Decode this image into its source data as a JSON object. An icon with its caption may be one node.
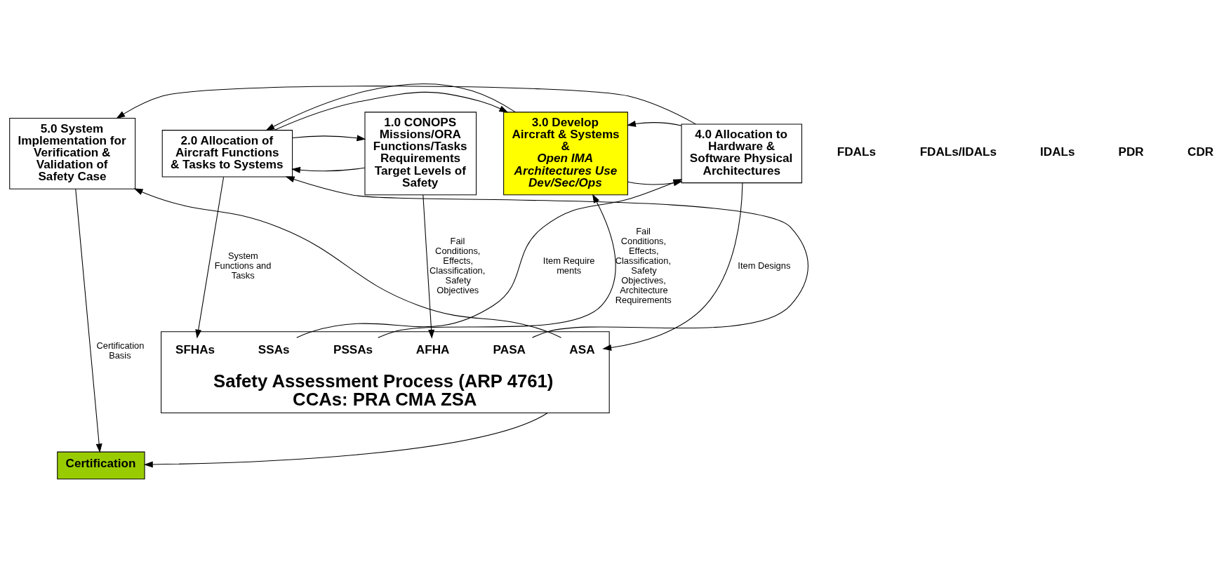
{
  "diagram": {
    "nodes": [
      {
        "text": [
          "1.0 CONOPS",
          "Missions/ORA Functions/Tasks Requirements Target Levels of Safety"
        ]
      },
      {
        "text": [
          "2.0 Allocation of Aircraft Functions & Tasks to Systems"
        ]
      },
      {
        "text": [
          "3.0 Develop Aircraft & Systems &",
          "Open IMA Architectures Use Dev/Sec/Ops"
        ]
      },
      {
        "text": [
          "4.0 Allocation to Hardware & Software Physical Architectures"
        ]
      },
      {
        "text": [
          "5.0 System Implementation for Verification & Validation of Safety Case"
        ]
      },
      {
        "text": [
          "Safety Assessment Process (ARP 4761)",
          "CCAs: PRA CMA ZSA"
        ]
      },
      {
        "text": [
          "AFHA"
        ],
        "in": 5
      },
      {
        "text": [
          "PASA"
        ],
        "in": 5
      },
      {
        "text": [
          "SFHAs"
        ],
        "in": 5
      },
      {
        "text": [
          "PSSAs"
        ],
        "in": 5
      },
      {
        "text": [
          "SSAs"
        ],
        "in": 5
      },
      {
        "text": [
          "ASA"
        ],
        "in": 5
      },
      {
        "text": [
          "Certification"
        ]
      }
    ],
    "edges": [
      {
        "from": 0,
        "to": 1,
        "arrow": "to"
      },
      {
        "from": 1,
        "to": 0,
        "arrow": "to"
      },
      {
        "from": 1,
        "to": 2,
        "arrow": "to"
      },
      {
        "from": 2,
        "to": 1,
        "arrow": "to"
      },
      {
        "from": 2,
        "to": 3,
        "arrow": "to"
      },
      {
        "from": 3,
        "to": 2,
        "arrow": "to"
      },
      {
        "from": 3,
        "to": 4,
        "arrow": "to"
      },
      {
        "from": 0,
        "to": 6,
        "arrow": "to",
        "label": "Fail Conditions, Effects, Classification, Safety Objectives"
      },
      {
        "from": 7,
        "to": 1,
        "arrow": "to"
      },
      {
        "from": 1,
        "to": 8,
        "arrow": "to",
        "label": "System Functions and Tasks"
      },
      {
        "from": 9,
        "to": 2,
        "arrow": "to",
        "label": "Fail Conditions, Effects, Classification, Safety Objectives, Architecture Requirements"
      },
      {
        "from": 10,
        "to": 3,
        "arrow": "to",
        "label": "Item Require ments"
      },
      {
        "from": 3,
        "to": 11,
        "arrow": "to",
        "label": "Item Designs"
      },
      {
        "from": 11,
        "to": 4,
        "arrow": "to"
      },
      {
        "from": 4,
        "to": 12,
        "arrow": "to",
        "label": "Certification Basis"
      },
      {
        "from": 5,
        "to": 12,
        "arrow": "to"
      }
    ],
    "labels": [
      "FDALs",
      "FDALs/IDALs",
      "IDALs",
      "PDR",
      "CDR"
    ]
  }
}
